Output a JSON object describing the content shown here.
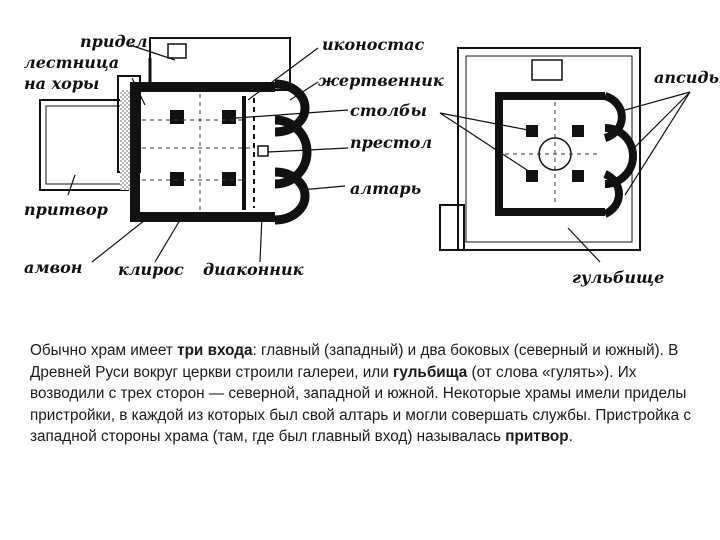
{
  "labels": {
    "pridel": "придел",
    "stairs_line1": "лестница",
    "stairs_line2": "на хоры",
    "pritvor": "притвор",
    "ambon": "амвон",
    "kliros": "клирос",
    "diakonnik": "диаконник",
    "ikonostas": "иконостас",
    "zhertvennik": "жертвенник",
    "stolby": "столбы",
    "prestol": "престол",
    "altar": "алтарь",
    "apsidy": "апсиды",
    "gulbische": "гульбище"
  },
  "caption": {
    "t1": "Обычно храм имеет ",
    "b1": "три входа",
    "t2": ": главный (западный) и два боковых (северный и южный). В Древней Руси вокруг церкви строили галереи, или ",
    "b2": "гульбища",
    "t3": " (от слова «гулять»). Их возводили с трех сторон — северной, западной и южной. Некоторые храмы имели приделы пристройки, в каждой из которых был свой алтарь и могли совершать службы. Пристройка с западной стороны храма (там, где был главный вход) называлась ",
    "b3": "притвор",
    "t4": "."
  }
}
